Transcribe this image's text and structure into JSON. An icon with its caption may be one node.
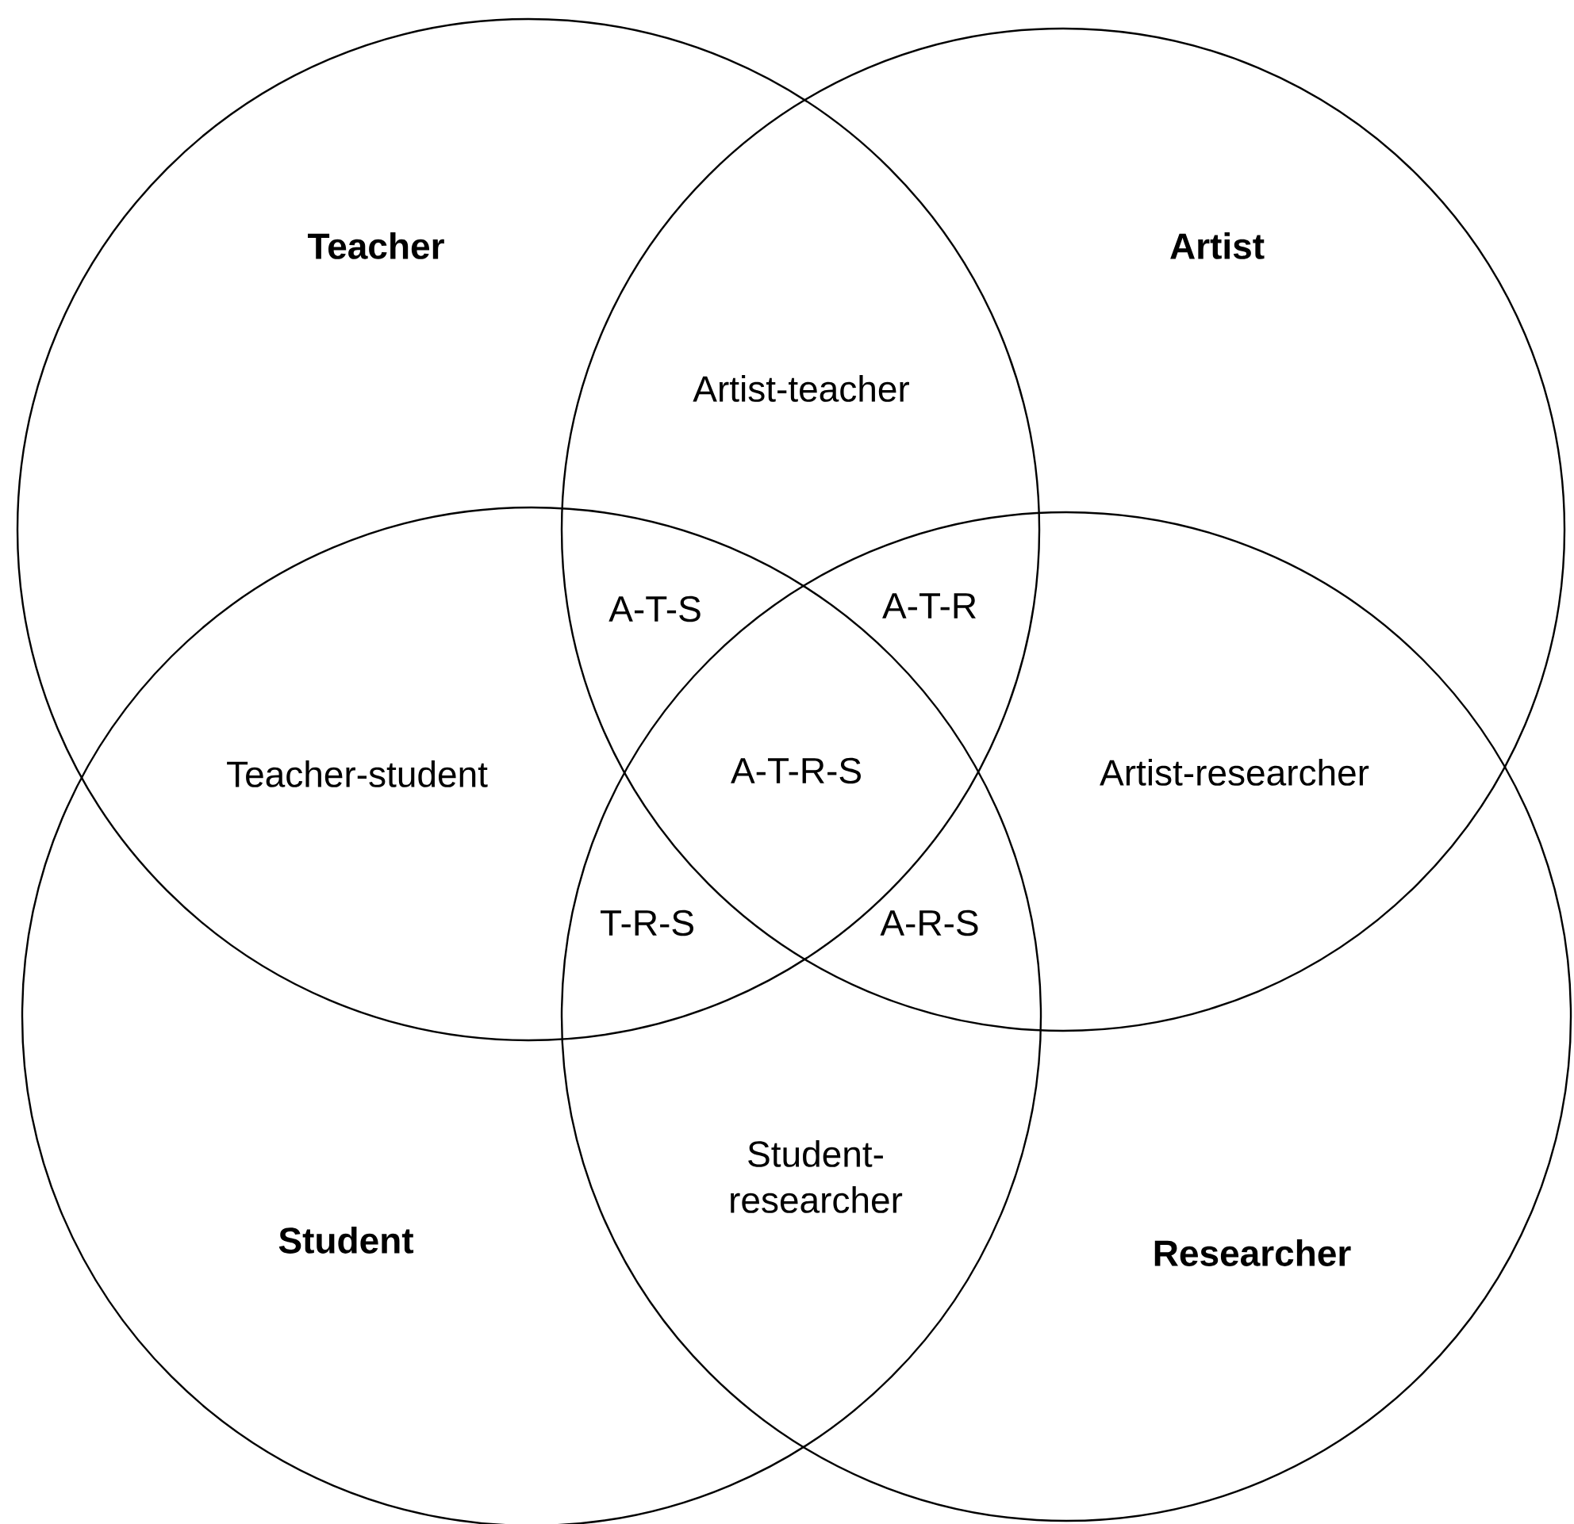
{
  "diagram": {
    "nodes": [
      {
        "text": [
          "Teacher"
        ]
      },
      {
        "text": [
          "Artist"
        ]
      },
      {
        "text": [
          "Student"
        ]
      },
      {
        "text": [
          "Researcher"
        ]
      }
    ],
    "labels": [
      "Artist-teacher",
      "A-T-S",
      "A-T-R",
      "Teacher-student",
      "A-T-R-S",
      "Artist-researcher",
      "T-R-S",
      "A-R-S",
      "Student-researcher"
    ]
  }
}
